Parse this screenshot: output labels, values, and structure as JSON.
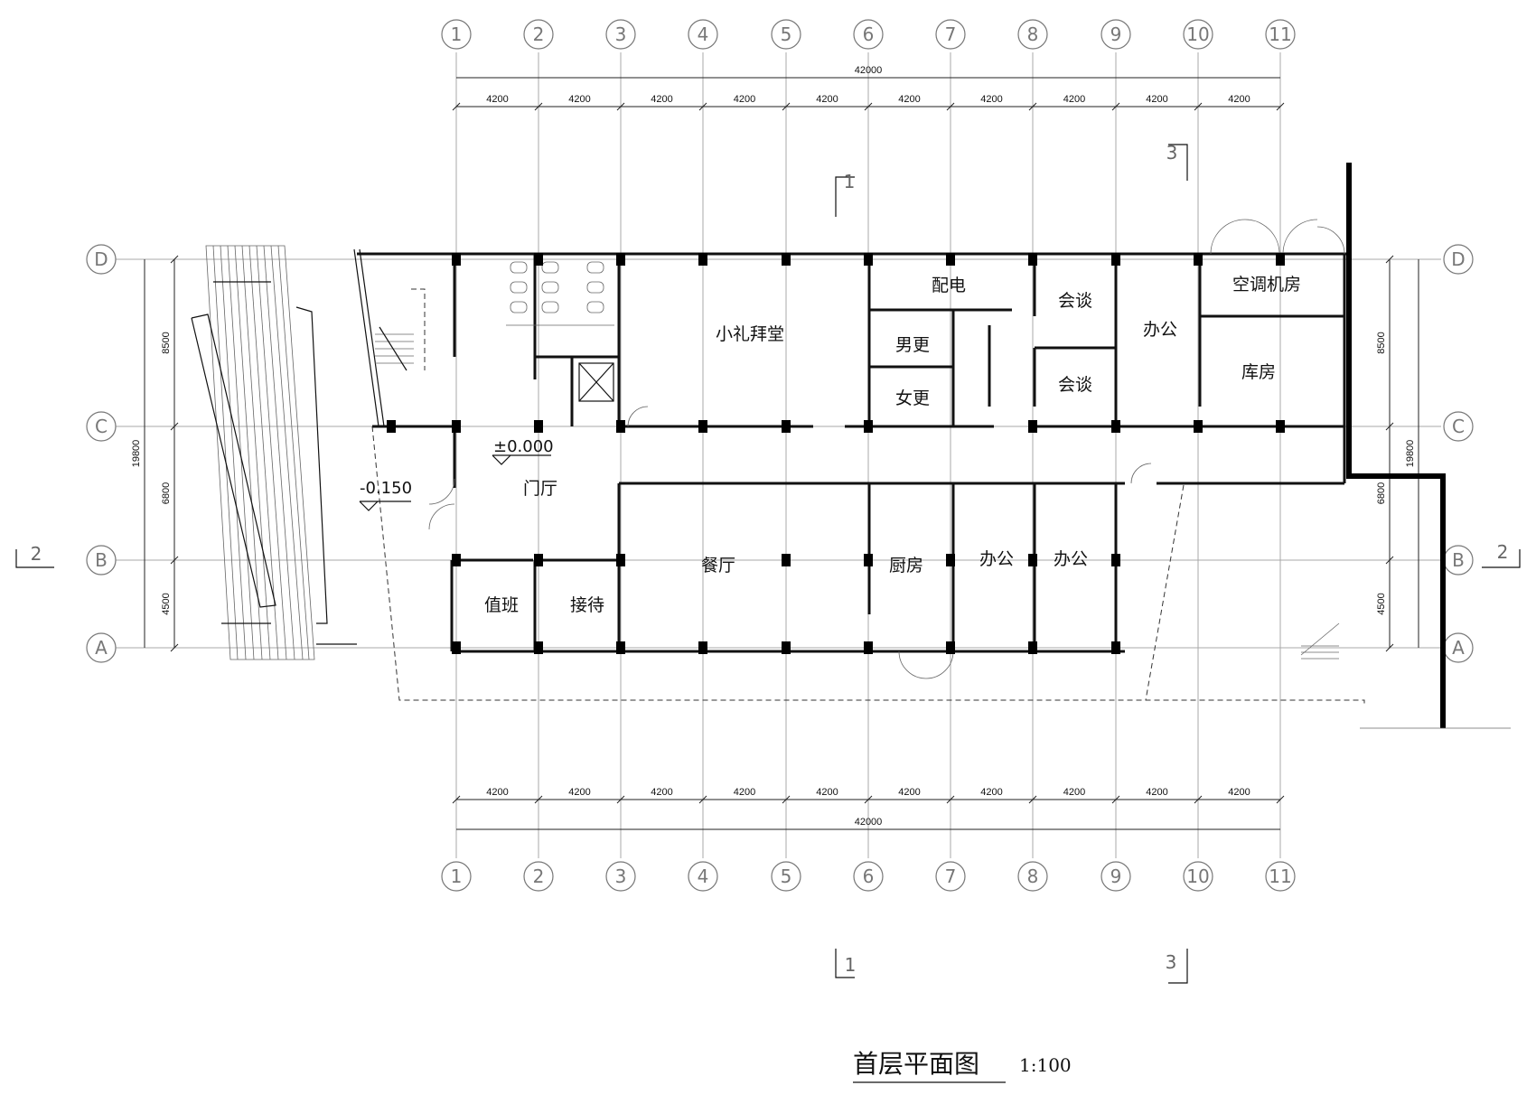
{
  "title": "首层平面图",
  "scale": "1:100",
  "axes": {
    "vertical": [
      "1",
      "2",
      "3",
      "4",
      "5",
      "6",
      "7",
      "8",
      "9",
      "10",
      "11"
    ],
    "horizontal": [
      "D",
      "C",
      "B",
      "A"
    ]
  },
  "dimensions": {
    "bay": "4200",
    "total_length": "42000",
    "total_depth": "19800",
    "depths": [
      "8500",
      "6800",
      "4500"
    ]
  },
  "levels": {
    "main": "±0.000",
    "lower": "-0.150"
  },
  "section_marks": {
    "s1": "1",
    "s2": "2",
    "s3": "3"
  },
  "rooms": {
    "chapel": "小礼拜堂",
    "power": "配电",
    "talk1": "会谈",
    "talk2": "会谈",
    "office_top": "办公",
    "ac_room": "空调机房",
    "storage": "库房",
    "men": "男更",
    "women": "女更",
    "lobby": "门厅",
    "dining": "餐厅",
    "kitchen": "厨房",
    "office1": "办公",
    "office2": "办公",
    "duty": "值班",
    "reception": "接待"
  },
  "colors": {
    "line": "#111111",
    "grid": "#a8a8a8",
    "bubble": "#777777"
  }
}
